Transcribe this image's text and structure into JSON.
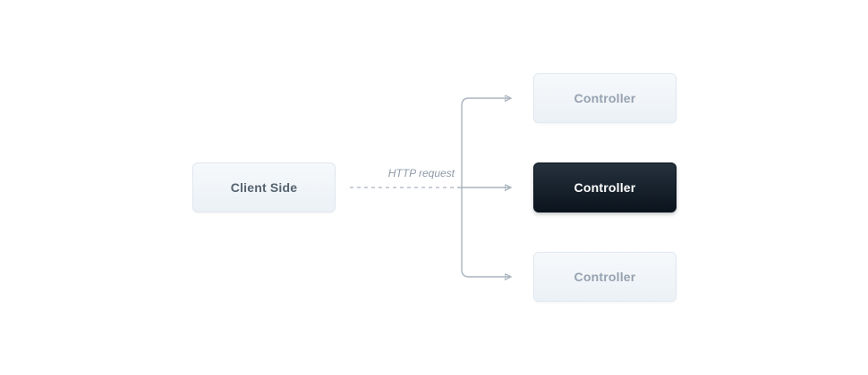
{
  "diagram": {
    "client": {
      "label": "Client Side"
    },
    "edge_label": "HTTP request",
    "controllers": [
      {
        "label": "Controller",
        "variant": "light"
      },
      {
        "label": "Controller",
        "variant": "dark"
      },
      {
        "label": "Controller",
        "variant": "light"
      }
    ],
    "colors": {
      "dark_node_bg": "#101b26",
      "light_node_bg": "#f0f4f8",
      "light_node_border": "#e1e8f0",
      "muted_text": "#96a2b0",
      "client_text": "#55636f",
      "dark_node_text": "#ffffff",
      "arrow": "#aab4bf"
    }
  }
}
